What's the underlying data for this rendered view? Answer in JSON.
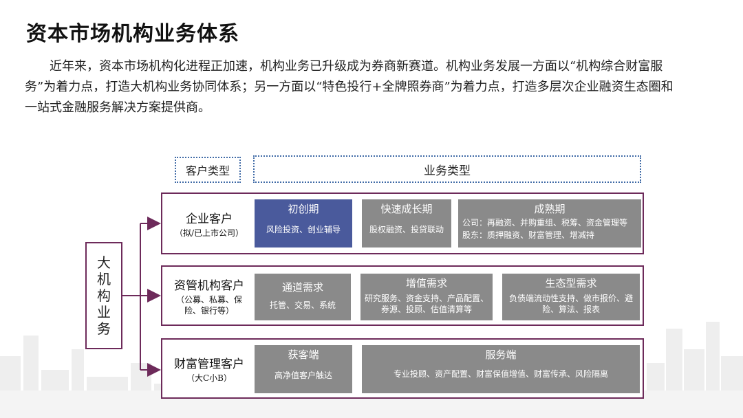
{
  "page": {
    "title": "资本市场机构业务体系",
    "intro": "近年来，资本市场机构化进程正加速，机构业务已升级成为券商新赛道。机构业务发展一方面以“机构综合财富服务”为着力点，打造大机构业务协同体系；另一方面以“特色投行+全牌照券商”为着力点，打造多层次企业融资生态圈和一站式金融服务解决方案提供商。"
  },
  "diagram": {
    "header_customer": "客户类型",
    "header_business": "业务类型",
    "root": [
      "大",
      "机",
      "构",
      "业",
      "务"
    ],
    "rows": [
      {
        "name": "企业客户",
        "sub": "（拟/已上市公司）",
        "cells": [
          {
            "title": "初创期",
            "desc": "风险投资、创业辅导"
          },
          {
            "title": "快速成长期",
            "desc": "股权融资、投贷联动"
          },
          {
            "title": "成熟期",
            "desc_lines": [
              "公司：再融资、并购重组、税筹、资金管理等",
              "股东：质押融资、财富管理、增减持"
            ]
          }
        ]
      },
      {
        "name": "资管机构客户",
        "sub_lines": [
          "（公募、私募、保",
          "险、银行等）"
        ],
        "cells": [
          {
            "title": "通道需求",
            "desc": "托管、交易、系统"
          },
          {
            "title": "增值需求",
            "desc": "研究服务、资金支持、产品配置、券源、投顾、估值清算等"
          },
          {
            "title": "生态型需求",
            "desc": "负债端流动性支持、做市报价、避险、算法、报表"
          }
        ]
      },
      {
        "name": "财富管理客户",
        "sub": "（大C小B）",
        "cells": [
          {
            "title": "获客端",
            "desc": "高净值客户触达"
          },
          {
            "title": "服务端",
            "desc": "专业投顾、资产配置、财富保值增值、财富传承、风险隔离"
          }
        ]
      }
    ]
  },
  "colors": {
    "frame": "#6d2a5a",
    "cell_gray": "#8a8a8a",
    "cell_blue": "#4a5a9c",
    "header_border": "#3f6aa6"
  }
}
